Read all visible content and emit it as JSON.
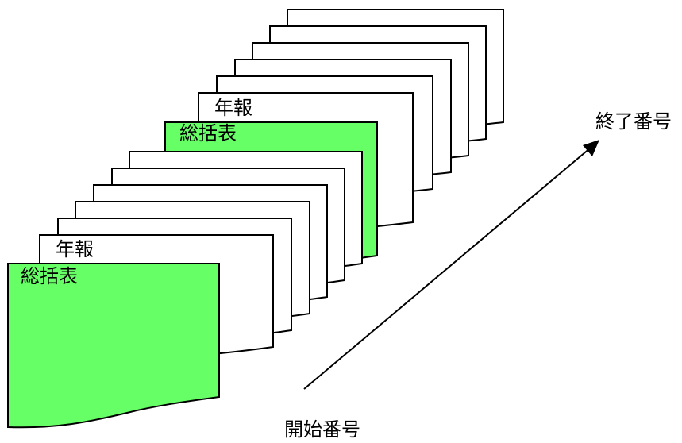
{
  "diagram": {
    "end_label": "終了番号",
    "start_label": "開始番号",
    "front_stack": {
      "header_label": "年報",
      "summary_label": "総括表"
    },
    "back_stack": {
      "header_label": "年報",
      "summary_label": "総括表"
    },
    "colors": {
      "summary_fill": "#66ff66",
      "page_fill": "#ffffff",
      "stroke": "#000000"
    }
  }
}
